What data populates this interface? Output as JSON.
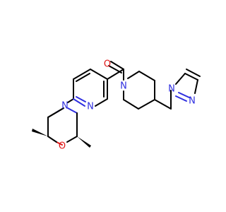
{
  "molecule": {
    "atoms": {
      "o_morpholine": "O",
      "n_morpholine": "N",
      "n_pyridine": "N",
      "o_carbonyl": "O",
      "n_piperidine": "N",
      "n_pyrazole_1": "N",
      "n_pyrazole_2": "N"
    }
  },
  "colors": {
    "bond": "#000000",
    "nitrogen": "#2f2fe0",
    "oxygen": "#e01818",
    "background": "#ffffff"
  }
}
